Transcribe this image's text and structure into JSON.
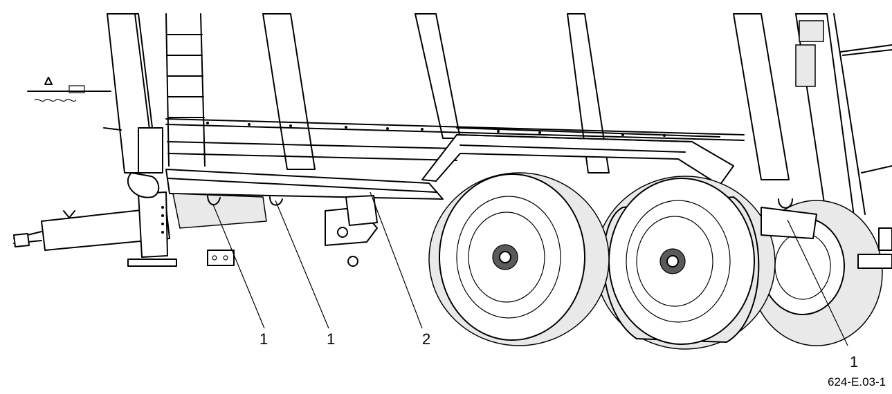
{
  "figure": {
    "code": "624-E.03-1",
    "callouts": [
      {
        "id": "a",
        "label": "1"
      },
      {
        "id": "b",
        "label": "1"
      },
      {
        "id": "c",
        "label": "2"
      },
      {
        "id": "d",
        "label": "1"
      }
    ]
  },
  "colors": {
    "line": "#000000",
    "background": "#ffffff",
    "tire_shade": "#e9e9e9"
  }
}
